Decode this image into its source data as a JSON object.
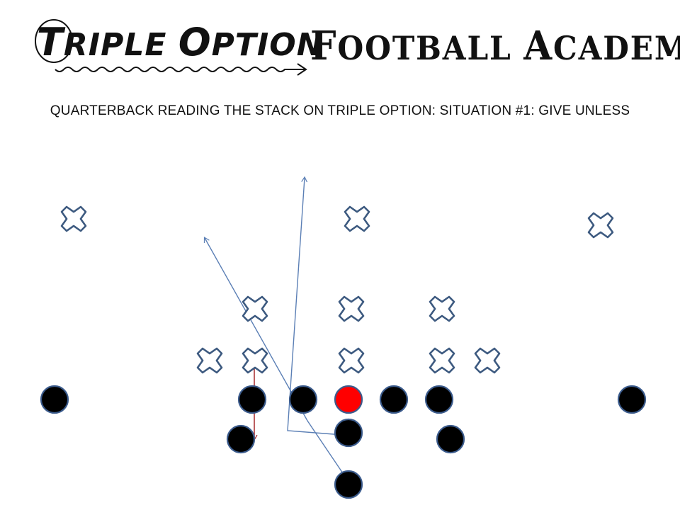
{
  "logo": {
    "script_first": "T",
    "script_rest_1": "RIPLE ",
    "script_o": "O",
    "script_rest_2": "PTION",
    "block_f": "F",
    "block_rest_1": "OOTBALL ",
    "block_a": "A",
    "block_rest_2": "CADEMY"
  },
  "title": "QUARTERBACK READING THE STACK ON TRIPLE OPTION: SITUATION #1: GIVE UNLESS",
  "colors": {
    "offense_fill": "#000000",
    "offense_stroke": "#3b5b8c",
    "center_fill": "#ff0000",
    "defender_stroke": "#3d5a80",
    "route_line": "#5b7fb5",
    "read_arrow": "#a0191c"
  },
  "diagram": {
    "offense": [
      {
        "id": "split-end-left",
        "role": "receiver"
      },
      {
        "id": "left-tackle",
        "role": "lineman"
      },
      {
        "id": "left-guard",
        "role": "lineman"
      },
      {
        "id": "center",
        "role": "center"
      },
      {
        "id": "right-guard",
        "role": "lineman"
      },
      {
        "id": "right-tackle",
        "role": "lineman"
      },
      {
        "id": "split-end-right",
        "role": "receiver"
      },
      {
        "id": "slotback-left",
        "role": "back"
      },
      {
        "id": "quarterback",
        "role": "back"
      },
      {
        "id": "slotback-right",
        "role": "back"
      },
      {
        "id": "fullback",
        "role": "back"
      }
    ],
    "defense": [
      {
        "id": "corner-left"
      },
      {
        "id": "safety"
      },
      {
        "id": "corner-right"
      },
      {
        "id": "linebacker-left"
      },
      {
        "id": "linebacker-middle"
      },
      {
        "id": "linebacker-right"
      },
      {
        "id": "end-left"
      },
      {
        "id": "tackle-left"
      },
      {
        "id": "nose"
      },
      {
        "id": "tackle-right"
      },
      {
        "id": "end-right"
      }
    ],
    "routes": [
      {
        "id": "slot-path"
      },
      {
        "id": "guard-release"
      },
      {
        "id": "read-arrow"
      }
    ]
  }
}
